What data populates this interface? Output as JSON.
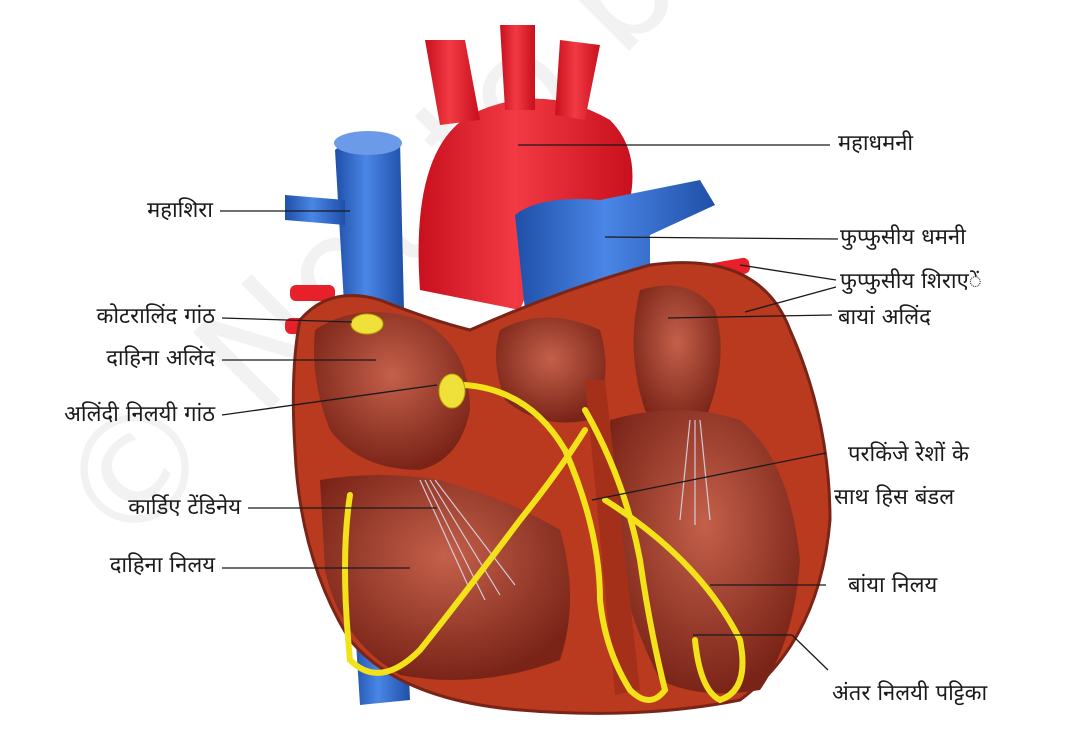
{
  "watermark": "© Not to be republished",
  "labels": {
    "aorta": "महाधमनी",
    "vena_cava": "महाशिरा",
    "pulmonary_artery": "फुप्फुसीय धमनी",
    "pulmonary_veins": "फुप्फुसीय शिराएें",
    "left_atrium": "बायां अलिंद",
    "sa_node": "कोटरालिंद गांठ",
    "right_atrium": "दाहिना अलिंद",
    "av_node": "अलिंदी निलयी गांठ",
    "purkinje_line1": "परकिंजे रेशों के",
    "purkinje_line2": "साथ हिस बंडल",
    "chordae": "कार्डिए टेंडिनेय",
    "right_ventricle": "दाहिना निलय",
    "left_ventricle": "बांया निलय",
    "septum": "अंतर निलयी पट्टिका"
  },
  "colors": {
    "artery_red": "#e8202a",
    "vein_blue": "#2f63c8",
    "muscle": "#b93a1e",
    "chamber": "#8a2a20",
    "conduction_yellow": "#f2e21a",
    "node_yellow": "#f0e03a",
    "line": "#1a1a1a",
    "watermark": "#e9e9e9"
  }
}
